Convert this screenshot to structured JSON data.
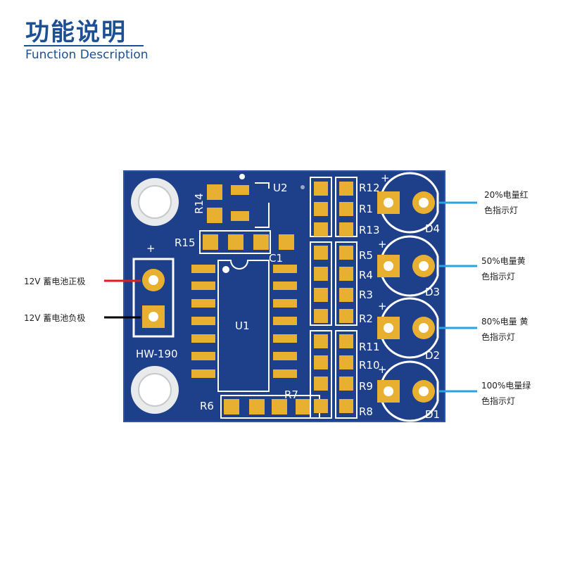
{
  "header": {
    "title_cn": "功能说明",
    "title_en": "Function Description"
  },
  "left_labels": {
    "positive": "12V 蓄电池正极",
    "negative": "12V 蓄电池负极"
  },
  "right_labels": [
    {
      "line1": "20%电量红",
      "line2": "色指示灯"
    },
    {
      "line1": "50%电量黄",
      "line2": "色指示灯"
    },
    {
      "line1": "80%电量 黄",
      "line2": "色指示灯"
    },
    {
      "line1": "100%电量绿",
      "line2": "色指示灯"
    }
  ],
  "silkscreen": {
    "u2": "U2",
    "r14": "R14",
    "r15": "R15",
    "c1": "C1",
    "u1": "U1",
    "plus": "+",
    "model": "HW-190",
    "r6": "R6",
    "r7": "R7",
    "r12": "R12",
    "r1": "R1",
    "r13": "R13",
    "r5": "R5",
    "r4": "R4",
    "r3": "R3",
    "r2": "R2",
    "r11": "R11",
    "r10": "R10",
    "r9": "R9",
    "r8": "R8",
    "d4": "D4",
    "d3": "D3",
    "d2": "D2",
    "d1": "D1",
    "led_plus": "+"
  },
  "colors": {
    "board": "#1e3f8a",
    "pad": "#e8b030",
    "title": "#1d4f94",
    "callout": "#2aa3e0",
    "wire_pos": "#e31b1b",
    "wire_neg": "#000000"
  }
}
